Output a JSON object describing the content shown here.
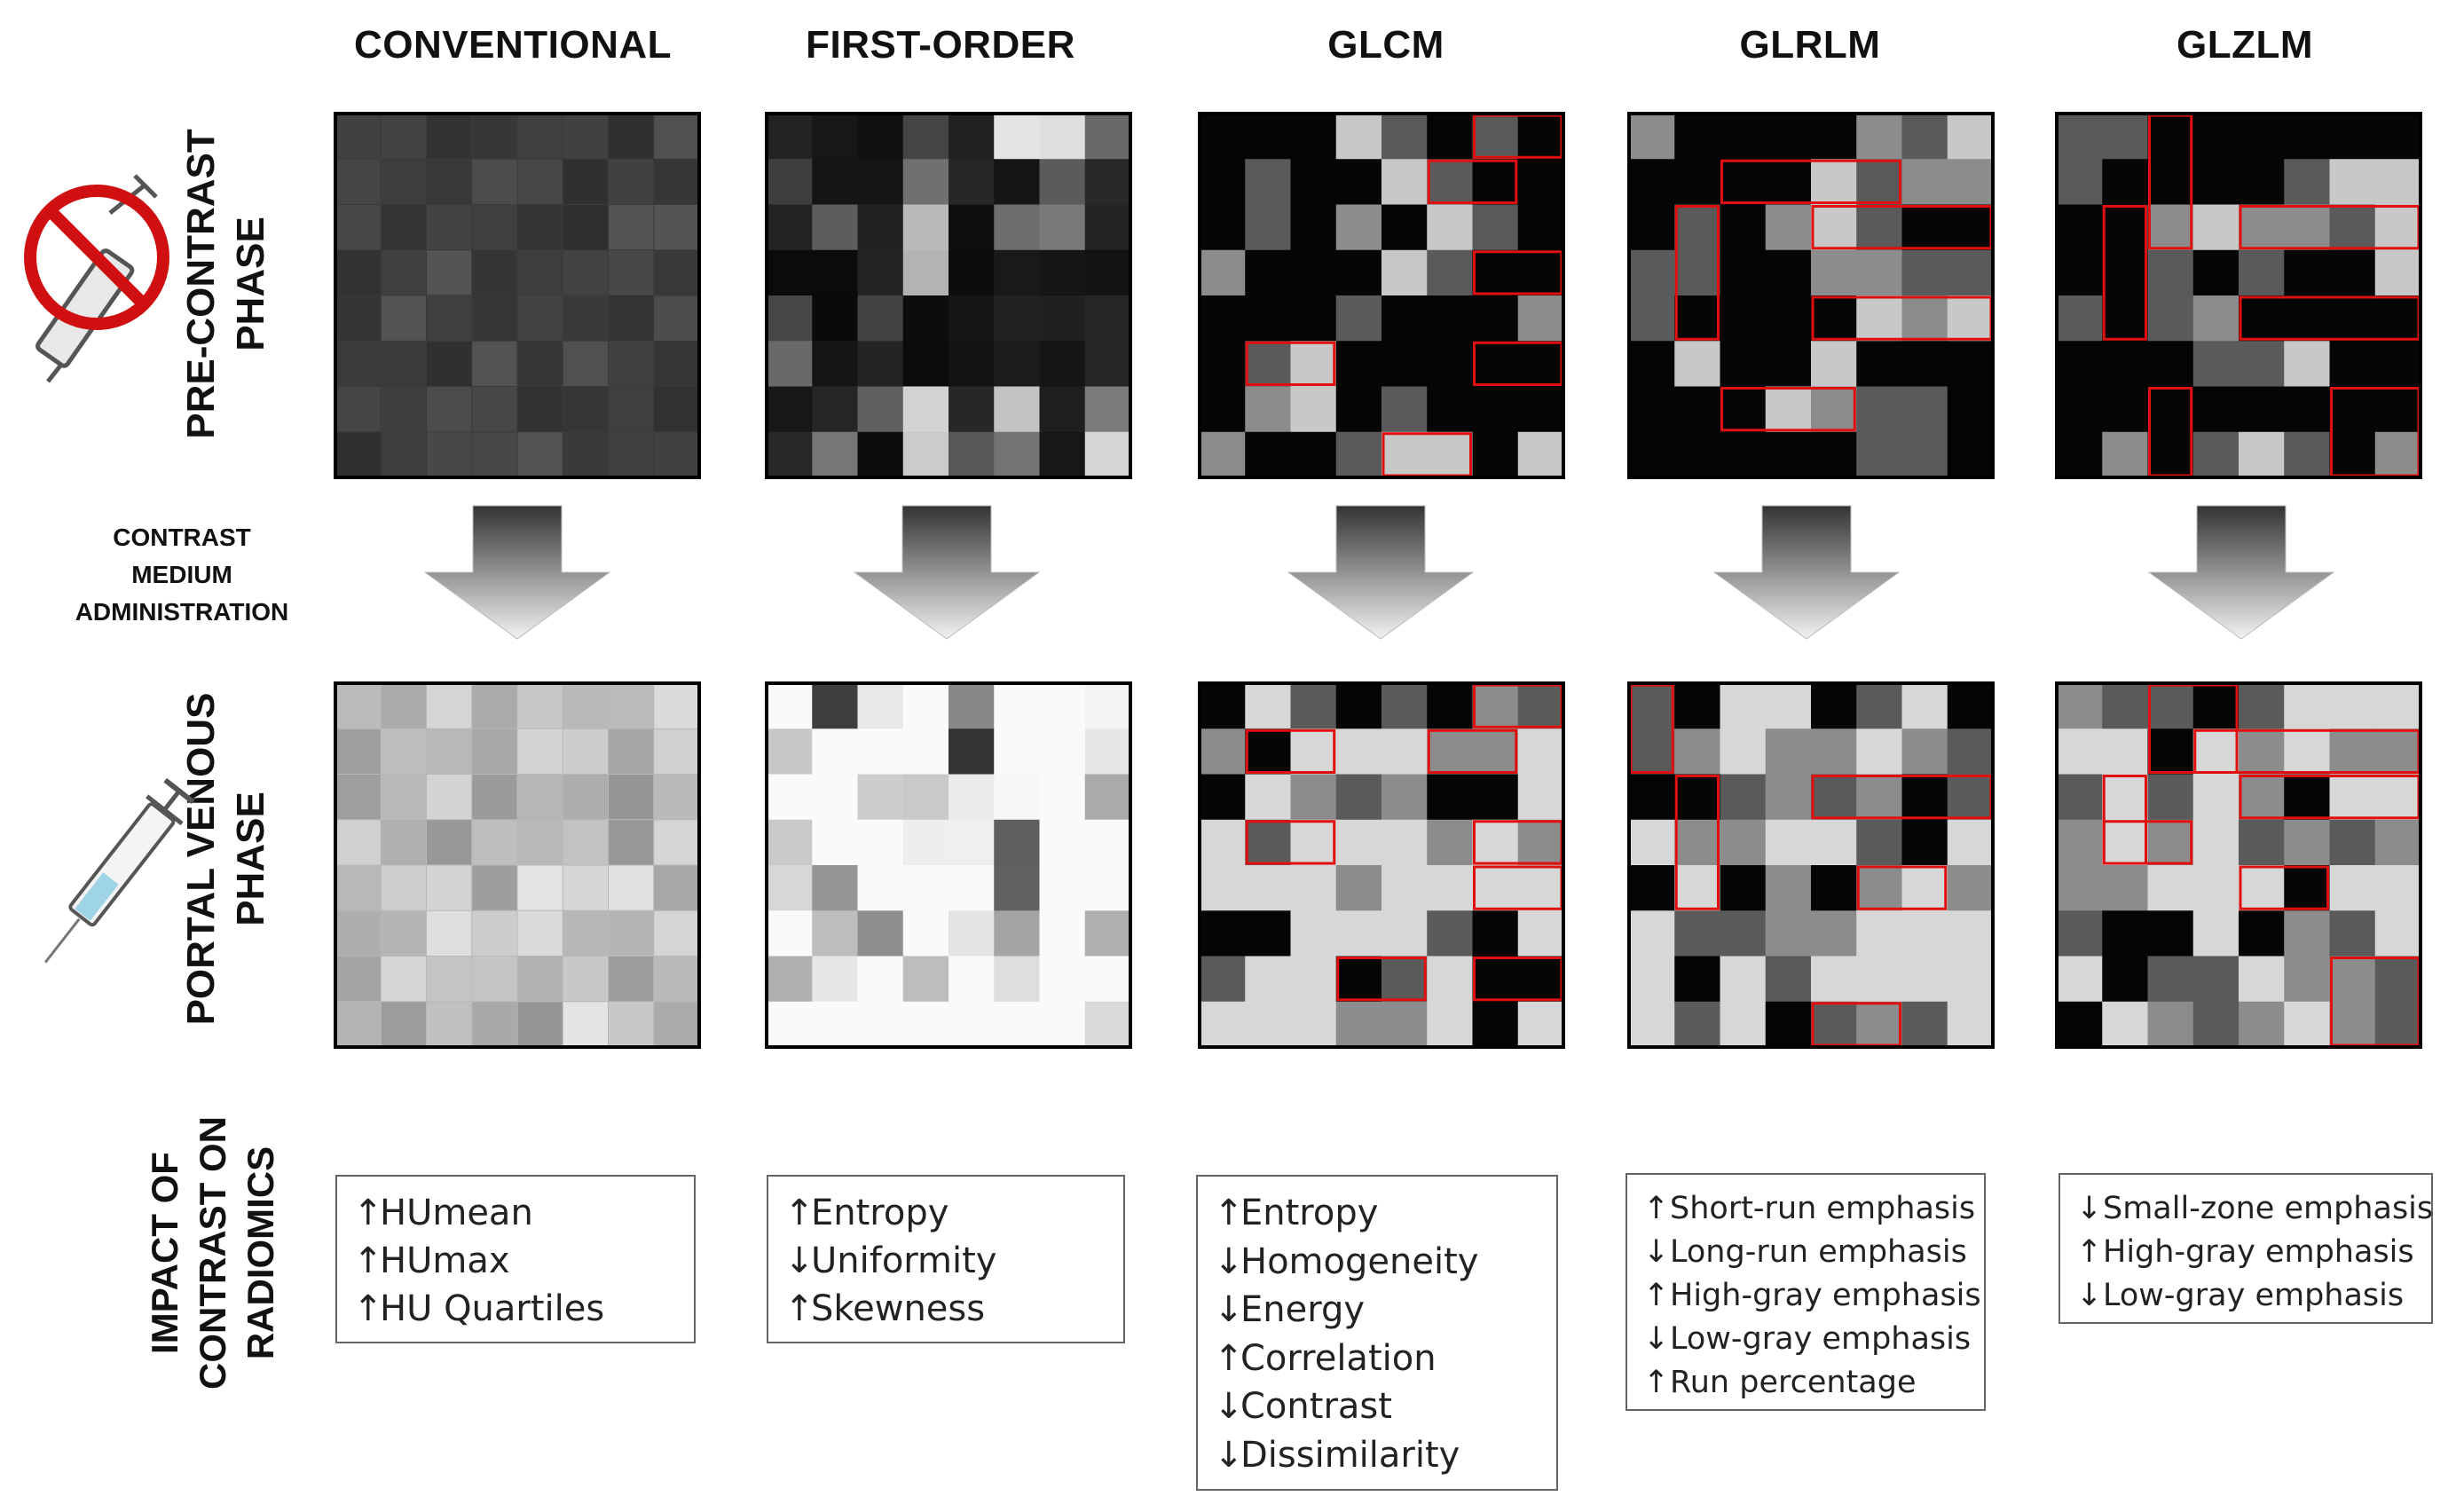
{
  "columns": [
    {
      "title": "CONVENTIONAL"
    },
    {
      "title": "FIRST-ORDER"
    },
    {
      "title": "GLCM"
    },
    {
      "title": "GLRLM"
    },
    {
      "title": "GLZLM"
    }
  ],
  "rows": {
    "pre_contrast": {
      "line1": "PRE-CONTRAST",
      "line2": "PHASE"
    },
    "contrast_medium": {
      "line1": "CONTRAST",
      "line2": "MEDIUM",
      "line3": "ADMINISTRATION"
    },
    "portal_venous": {
      "line1": "PORTAL VENOUS",
      "line2": "PHASE"
    },
    "impact": {
      "line1": "IMPACT OF",
      "line2": "CONTRAST ON",
      "line3": "RADIOMICS"
    }
  },
  "icons": {
    "no_syringe": "no-contrast-syringe-icon",
    "syringe": "syringe-icon",
    "arrow": "down-arrow-icon"
  },
  "colors": {
    "region_outline": "#e01010",
    "arrow_top": "#333333",
    "arrow_bottom": "#f2f2f2"
  },
  "features": [
    {
      "items": [
        {
          "dir": "↑",
          "label": "HUmean"
        },
        {
          "dir": "↑",
          "label": "HUmax"
        },
        {
          "dir": "↑",
          "label": "HU Quartiles"
        }
      ]
    },
    {
      "items": [
        {
          "dir": "↑",
          "label": "Entropy"
        },
        {
          "dir": "↓",
          "label": "Uniformity"
        },
        {
          "dir": "↑",
          "label": "Skewness"
        }
      ]
    },
    {
      "items": [
        {
          "dir": "↑",
          "label": "Entropy"
        },
        {
          "dir": "↓",
          "label": "Homogeneity"
        },
        {
          "dir": "↓",
          "label": "Energy"
        },
        {
          "dir": "↑",
          "label": "Correlation"
        },
        {
          "dir": "↓",
          "label": "Contrast"
        },
        {
          "dir": "↓",
          "label": "Dissimilarity"
        }
      ]
    },
    {
      "items": [
        {
          "dir": "↑",
          "label": "Short-run emphasis"
        },
        {
          "dir": "↓",
          "label": "Long-run emphasis"
        },
        {
          "dir": "↑",
          "label": "High-gray emphasis"
        },
        {
          "dir": "↓",
          "label": "Low-gray emphasis"
        },
        {
          "dir": "↑",
          "label": "Run percentage"
        }
      ]
    },
    {
      "items": [
        {
          "dir": "↓",
          "label": "Small-zone emphasis"
        },
        {
          "dir": "↑",
          "label": "High-gray emphasis"
        },
        {
          "dir": "↓",
          "label": "Low-gray emphasis"
        }
      ]
    }
  ]
}
